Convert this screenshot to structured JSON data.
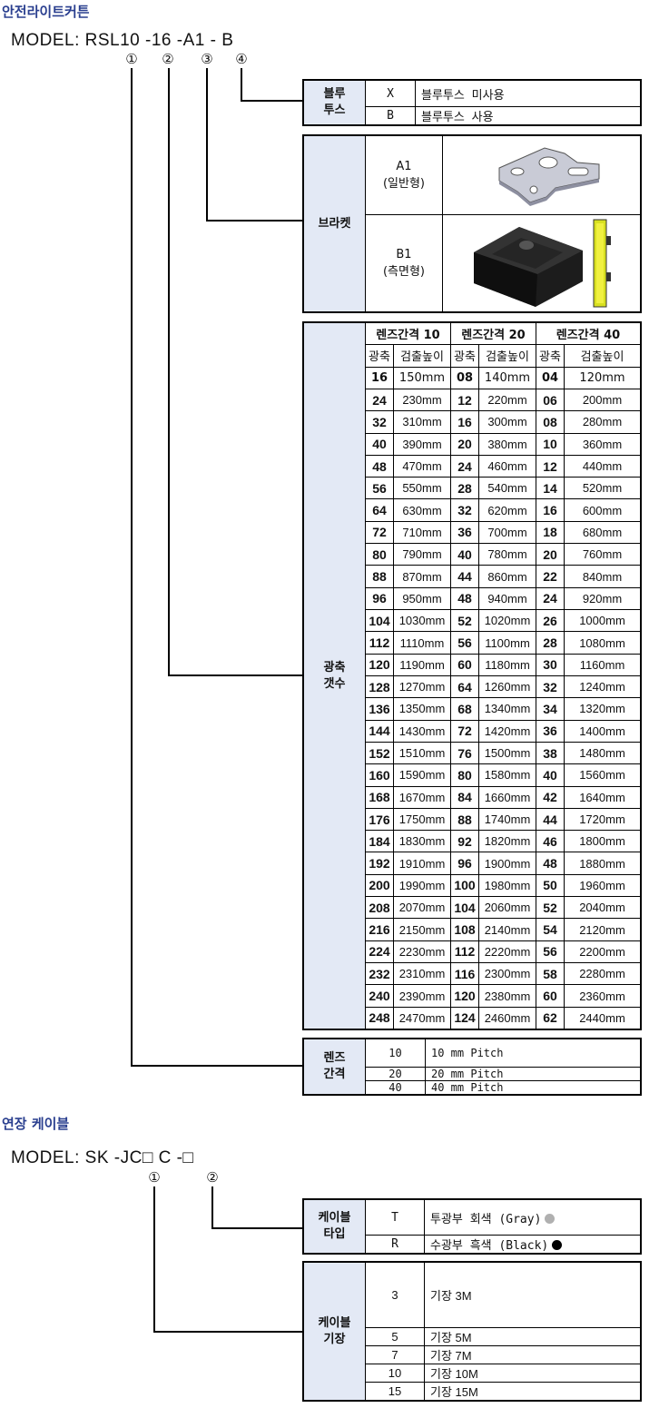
{
  "section1": {
    "title": "안전라이트커튼",
    "model_prefix": "MODEL:",
    "model_code": "RSL10 -16 -A1 - B",
    "markers": [
      "①",
      "②",
      "③",
      "④"
    ]
  },
  "bluetooth": {
    "label": "블루\n투스",
    "options": [
      {
        "code": "X",
        "desc": "블루투스 미사용"
      },
      {
        "code": "B",
        "desc": "블루투스 사용"
      }
    ]
  },
  "bracket": {
    "label": "브라켓",
    "options": [
      {
        "code": "A1",
        "desc": "(일반형)",
        "image": "flat-metal-bracket-image"
      },
      {
        "code": "B1",
        "desc": "(측면형)",
        "image": "side-mount-bracket-image"
      }
    ]
  },
  "axis_count": {
    "label": "광축\n갯수",
    "pitch_headers": [
      "렌즈간격 10",
      "렌즈간격 20",
      "렌즈간격 40"
    ],
    "sub_headers": [
      "광축",
      "검출높이",
      "광축",
      "검출높이",
      "광축",
      "검출높이"
    ],
    "rows": [
      [
        "16",
        "150mm",
        "08",
        "140mm",
        "04",
        "120mm"
      ],
      [
        "24",
        "230mm",
        "12",
        "220mm",
        "06",
        "200mm"
      ],
      [
        "32",
        "310mm",
        "16",
        "300mm",
        "08",
        "280mm"
      ],
      [
        "40",
        "390mm",
        "20",
        "380mm",
        "10",
        "360mm"
      ],
      [
        "48",
        "470mm",
        "24",
        "460mm",
        "12",
        "440mm"
      ],
      [
        "56",
        "550mm",
        "28",
        "540mm",
        "14",
        "520mm"
      ],
      [
        "64",
        "630mm",
        "32",
        "620mm",
        "16",
        "600mm"
      ],
      [
        "72",
        "710mm",
        "36",
        "700mm",
        "18",
        "680mm"
      ],
      [
        "80",
        "790mm",
        "40",
        "780mm",
        "20",
        "760mm"
      ],
      [
        "88",
        "870mm",
        "44",
        "860mm",
        "22",
        "840mm"
      ],
      [
        "96",
        "950mm",
        "48",
        "940mm",
        "24",
        "920mm"
      ],
      [
        "104",
        "1030mm",
        "52",
        "1020mm",
        "26",
        "1000mm"
      ],
      [
        "112",
        "1110mm",
        "56",
        "1100mm",
        "28",
        "1080mm"
      ],
      [
        "120",
        "1190mm",
        "60",
        "1180mm",
        "30",
        "1160mm"
      ],
      [
        "128",
        "1270mm",
        "64",
        "1260mm",
        "32",
        "1240mm"
      ],
      [
        "136",
        "1350mm",
        "68",
        "1340mm",
        "34",
        "1320mm"
      ],
      [
        "144",
        "1430mm",
        "72",
        "1420mm",
        "36",
        "1400mm"
      ],
      [
        "152",
        "1510mm",
        "76",
        "1500mm",
        "38",
        "1480mm"
      ],
      [
        "160",
        "1590mm",
        "80",
        "1580mm",
        "40",
        "1560mm"
      ],
      [
        "168",
        "1670mm",
        "84",
        "1660mm",
        "42",
        "1640mm"
      ],
      [
        "176",
        "1750mm",
        "88",
        "1740mm",
        "44",
        "1720mm"
      ],
      [
        "184",
        "1830mm",
        "92",
        "1820mm",
        "46",
        "1800mm"
      ],
      [
        "192",
        "1910mm",
        "96",
        "1900mm",
        "48",
        "1880mm"
      ],
      [
        "200",
        "1990mm",
        "100",
        "1980mm",
        "50",
        "1960mm"
      ],
      [
        "208",
        "2070mm",
        "104",
        "2060mm",
        "52",
        "2040mm"
      ],
      [
        "216",
        "2150mm",
        "108",
        "2140mm",
        "54",
        "2120mm"
      ],
      [
        "224",
        "2230mm",
        "112",
        "2220mm",
        "56",
        "2200mm"
      ],
      [
        "232",
        "2310mm",
        "116",
        "2300mm",
        "58",
        "2280mm"
      ],
      [
        "240",
        "2390mm",
        "120",
        "2380mm",
        "60",
        "2360mm"
      ],
      [
        "248",
        "2470mm",
        "124",
        "2460mm",
        "62",
        "2440mm"
      ]
    ]
  },
  "lens_pitch": {
    "label": "렌즈\n간격",
    "options": [
      {
        "code": "10",
        "desc": "10 mm Pitch"
      },
      {
        "code": "20",
        "desc": "20 mm Pitch"
      },
      {
        "code": "40",
        "desc": "40 mm Pitch"
      }
    ]
  },
  "section2": {
    "title": "연장 케이블",
    "model_prefix": "MODEL:",
    "model_code": "SK -JC□ C -□",
    "markers": [
      "①",
      "②"
    ]
  },
  "cable_type": {
    "label": "케이블\n타입",
    "options": [
      {
        "code": "T",
        "desc": "투광부 회색 (Gray)",
        "dot_color": "#b0b0b0"
      },
      {
        "code": "R",
        "desc": "수광부 흑색 (Black)",
        "dot_color": "#000000"
      }
    ]
  },
  "cable_length": {
    "label": "케이블\n기장",
    "options": [
      {
        "code": "3",
        "desc": "기장 3M"
      },
      {
        "code": "5",
        "desc": "기장 5M"
      },
      {
        "code": "7",
        "desc": "기장 7M"
      },
      {
        "code": "10",
        "desc": "기장 10M"
      },
      {
        "code": "15",
        "desc": "기장 15M"
      }
    ]
  },
  "colors": {
    "title": "#2a3f8f",
    "header_bg": "#e3e9f5"
  }
}
